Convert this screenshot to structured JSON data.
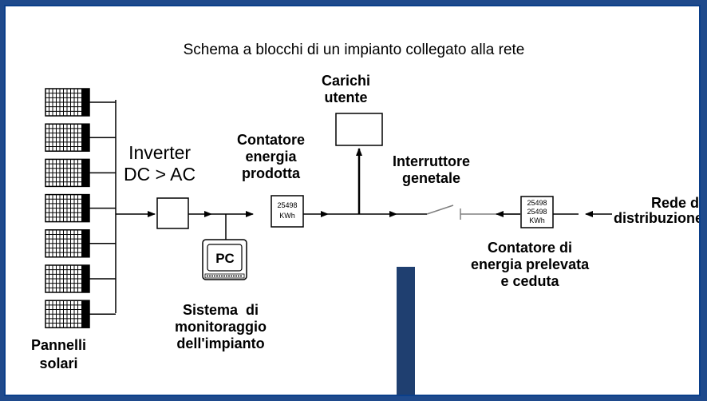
{
  "title": "Schema a blocchi di un impianto collegato alla rete",
  "labels": {
    "pannelli": [
      "Pannelli",
      "solari"
    ],
    "inverter": [
      "Inverter",
      "DC > AC"
    ],
    "contatore_prodotta": [
      "Contatore",
      "energia",
      "prodotta"
    ],
    "carichi": [
      "Carichi",
      "utente"
    ],
    "interruttore": [
      "Interruttore",
      "genetale"
    ],
    "rede": [
      "Rede di",
      "distribuzione"
    ],
    "contatore_prelevata": [
      "Contatore di",
      "energia prelevata",
      "e ceduta"
    ],
    "monitoraggio": [
      "Sistema  di",
      "monitoraggio",
      "dell'impianto"
    ]
  },
  "meter_prodotta": {
    "reading": "25498",
    "unit": "KWh"
  },
  "meter_rete": {
    "reading_1": "25498",
    "reading_2": "25498",
    "unit": "KWh"
  },
  "pc_label": "PC",
  "panel_count": 7,
  "colors": {
    "frame": "#0b3f8a",
    "background": "#1f4a8c",
    "line": "#000000",
    "switch": "#808080",
    "bar": "#1f3f70"
  }
}
